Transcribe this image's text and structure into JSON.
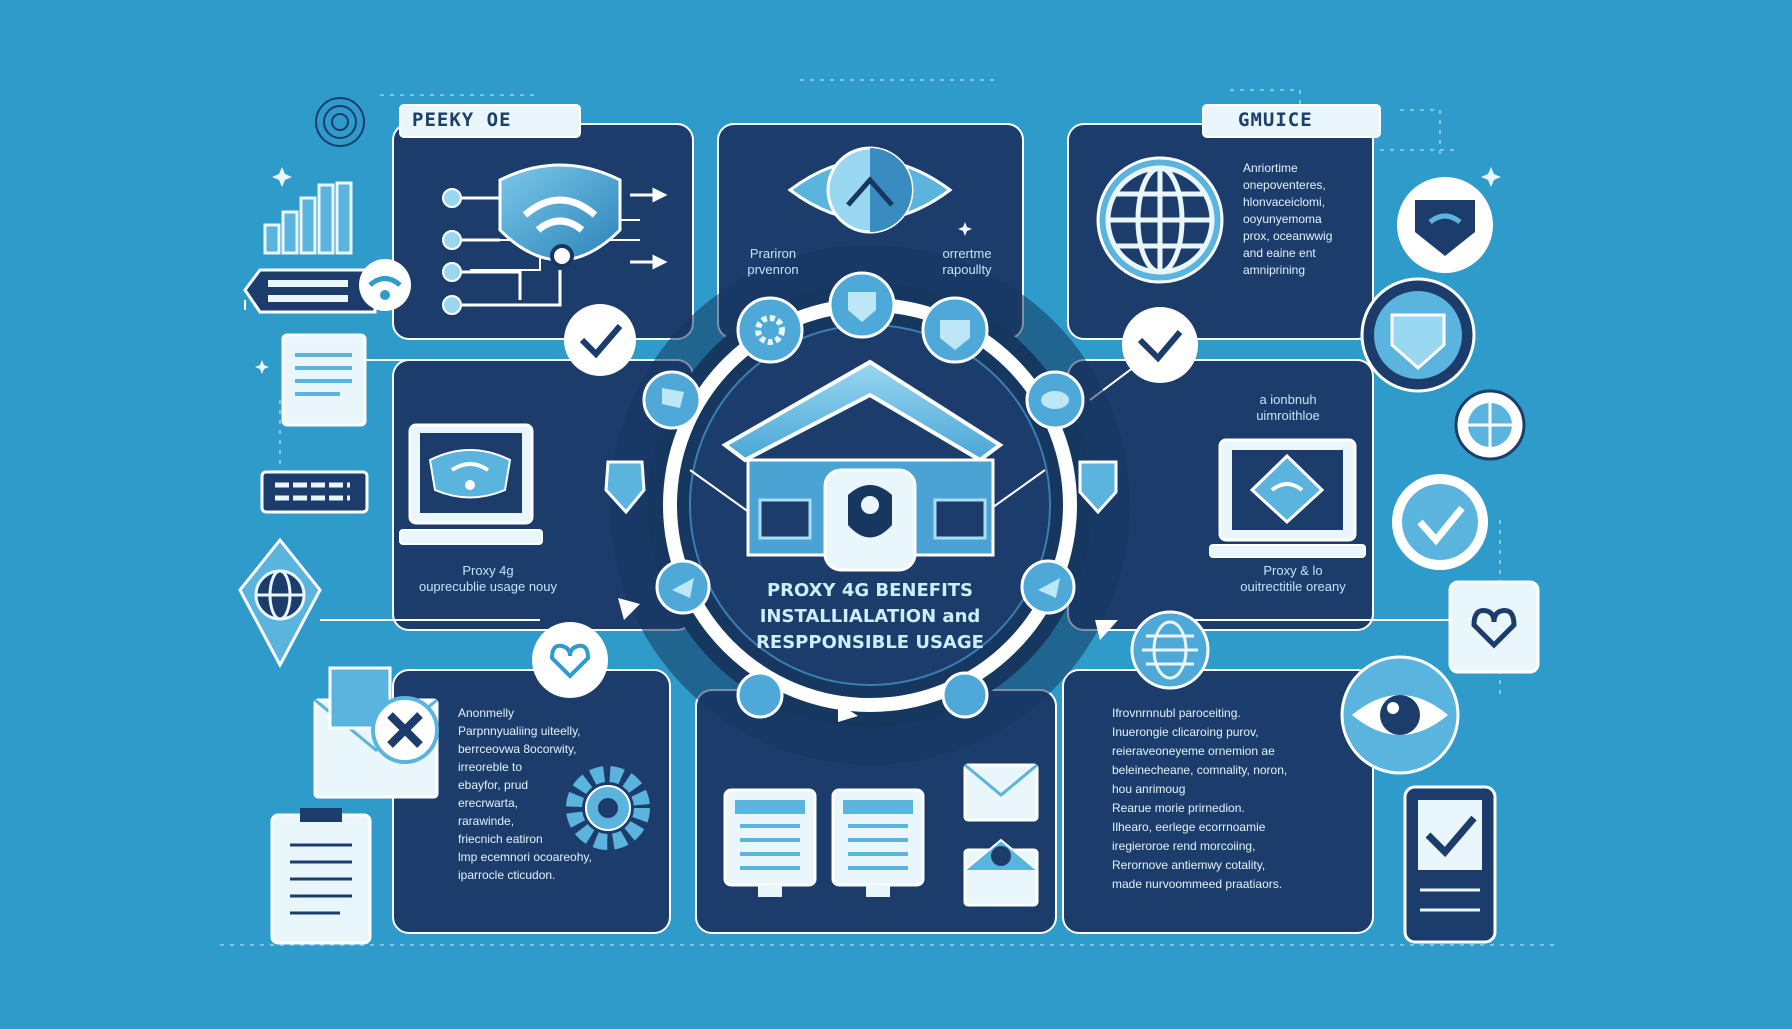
{
  "colors": {
    "background": "#2e9bcb",
    "panel": "#1c3d6b",
    "panel_stroke": "#ffffff",
    "accent_light": "#bde6f7",
    "accent_mid": "#5bb4dd",
    "dark_navy": "#173660"
  },
  "hub": {
    "title_line1": "PROXY 4G BENEFITS",
    "title_line2": "INSTALLIALATION and",
    "title_line3": "RESPPONSIBLE USAGE"
  },
  "labels": {
    "top_left_tag": "PEEKY OE",
    "top_right_tag": "GMUICE",
    "center_top_left": [
      "Prariron",
      "prvenron"
    ],
    "center_top_right": [
      "orrertme",
      "rapoullty"
    ],
    "mid_left_caption": [
      "Proxy 4g",
      "ouprecublie usage nouy"
    ],
    "mid_right_caption": [
      "Proxy & lo",
      "ouitrectitile oreany"
    ],
    "mid_right_top": [
      "a ionbnuh",
      "uimroithloe"
    ]
  },
  "top_right_text": [
    "Anriortime",
    "onepoventeres,",
    "hlonvaceiclomi,",
    "ooyunyemoma",
    "prox, oceanwwig",
    "and eaine ent",
    "amniprining"
  ],
  "bottom_left_text": {
    "heading": "Anonmelly",
    "lines": [
      "Parpnnyualiing uiteelly,",
      "berrceovwa 8ocorwity,",
      "irreoreble to",
      "ebayfor, prud",
      "erecrwarta,",
      "rarawinde,",
      "friecnich eatiron",
      "lmp ecemnori ocoareohy,",
      "iparrocle cticudon."
    ]
  },
  "bottom_right_text": {
    "heading": "Ifrovnrnnubl paroceiting.",
    "lines": [
      "Inuerongie clicaroing purov,",
      "reieraveoneyeme ornemion ae",
      "beleinecheane, comnality, noron,",
      "hou anrimoug",
      "Rearue morie prirnedion.",
      "Ilhearo, eerlege ecorrnoamie",
      "iregieroroe rend morcoiing,",
      "Rerornove antiemwy cotality,",
      "made nurvoommeed praatiaors."
    ]
  },
  "icons": [
    "wifi-shield-icon",
    "eye-icon",
    "globe-icon",
    "house-lock-icon",
    "gear-icon",
    "heart-icon",
    "checkmark-icon",
    "laptop-icon",
    "monitor-icon",
    "envelope-icon",
    "clipboard-icon",
    "document-icon",
    "bar-chart-icon",
    "target-icon",
    "smartphone-icon"
  ]
}
